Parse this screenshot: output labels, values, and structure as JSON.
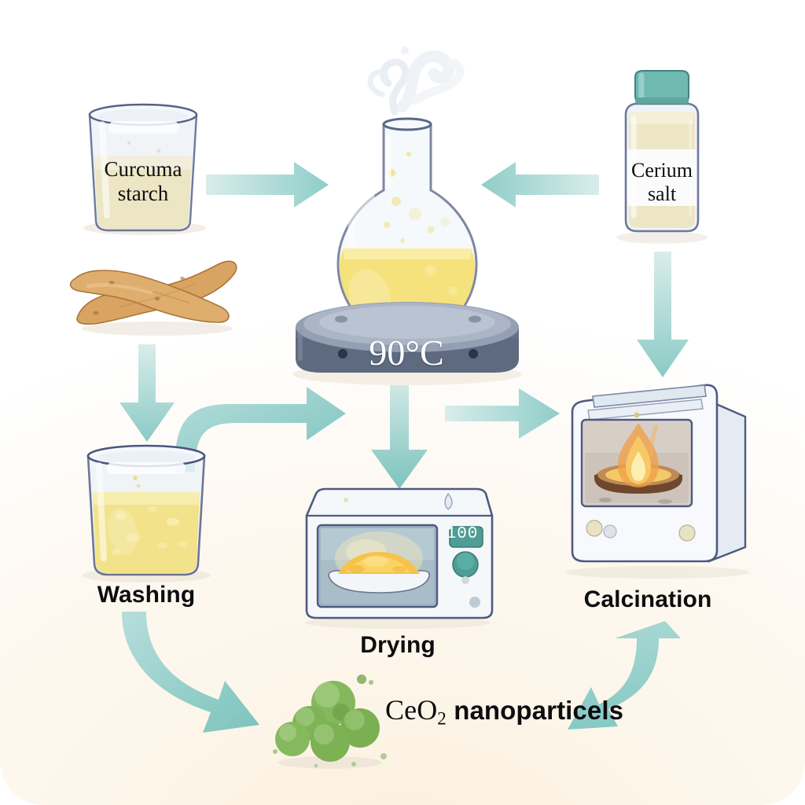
{
  "diagram": {
    "title_text": "",
    "type": "green synthesis process flow",
    "background_color": "#fdf6ea",
    "arrow_color": "#8fcdc8",
    "arrow_color_light": "#d7ecea"
  },
  "nodes": {
    "curcuma_beaker": {
      "label_line1": "Curcuma",
      "label_line2": "starch",
      "icon": "beaker-icon",
      "content_color": "#ece6c4"
    },
    "turmeric_root": {
      "label": "",
      "icon": "turmeric-root-icon",
      "color": "#d7a05a"
    },
    "reaction_flask": {
      "temperature": "90°C",
      "icon": "round-bottom-flask-icon",
      "liquid_color": "#f4e27f",
      "hotplate_color": "#5d6a80",
      "steam": "steam-icon"
    },
    "cerium_bottle": {
      "label_line1": "Cerium",
      "label_line2": "salt",
      "icon": "reagent-bottle-icon",
      "cap_color": "#68b3ab",
      "content_color": "#ece6c4"
    },
    "washing_beaker": {
      "label": "Washing",
      "icon": "beaker-icon",
      "liquid_color": "#f2e38a"
    },
    "drying_oven": {
      "label": "Drying",
      "display_value": "100",
      "icon": "oven-icon",
      "display_color": "#4e9e95",
      "sample_color": "#f6c council"
    },
    "calcination_furnace": {
      "label": "Calcination",
      "icon": "furnace-icon",
      "flame_color": "#f7a940"
    },
    "nanoparticles": {
      "label_prefix": "CeO",
      "label_subscript": "2",
      "label_suffix": " nanoparticels",
      "icon": "nanoparticle-cluster-icon",
      "particle_color": "#7fb356",
      "particle_count": 5
    }
  },
  "arrows": [
    {
      "name": "curcuma-to-flask",
      "direction": "right",
      "from": "curcuma_beaker",
      "to": "reaction_flask"
    },
    {
      "name": "cerium-to-flask",
      "direction": "left",
      "from": "cerium_bottle",
      "to": "reaction_flask"
    },
    {
      "name": "cerium-to-calcination",
      "direction": "down",
      "from": "cerium_bottle",
      "to": "calcination_furnace"
    },
    {
      "name": "turmeric-to-washing",
      "direction": "down",
      "from": "turmeric_root",
      "to": "washing_beaker"
    },
    {
      "name": "washing-to-drying",
      "direction": "curve-right",
      "from": "washing_beaker",
      "to": "drying_oven"
    },
    {
      "name": "flask-to-drying",
      "direction": "down",
      "from": "reaction_flask",
      "to": "drying_oven"
    },
    {
      "name": "drying-to-calcination",
      "direction": "right",
      "from": "drying_oven",
      "to": "calcination_furnace"
    },
    {
      "name": "washing-to-nanoparticles",
      "direction": "curve-down-right",
      "from": "washing_beaker",
      "to": "nanoparticles"
    },
    {
      "name": "calcination-nanoparticles",
      "direction": "double-curve",
      "from": "calcination_furnace",
      "to": "nanoparticles"
    }
  ]
}
